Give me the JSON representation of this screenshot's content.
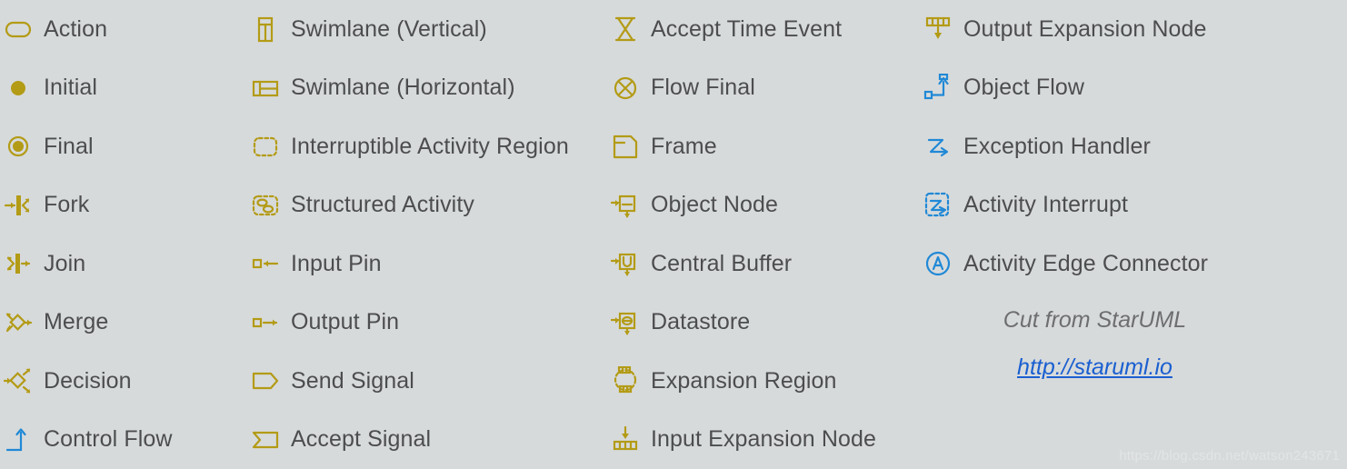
{
  "canvas": {
    "background_color": "#d7dadb",
    "label_color": "#4c4d4f",
    "icon_gold": "#b39b16",
    "icon_blue": "#2089d6"
  },
  "columns": [
    {
      "name": "column-1",
      "items": [
        {
          "label": "Action",
          "icon": "action-rounded-rect-icon",
          "color": "#b39b16"
        },
        {
          "label": "Initial",
          "icon": "initial-filled-circle-icon",
          "color": "#b39b16"
        },
        {
          "label": "Final",
          "icon": "final-double-circle-icon",
          "color": "#b39b16"
        },
        {
          "label": "Fork",
          "icon": "fork-bar-icon",
          "color": "#b39b16"
        },
        {
          "label": "Join",
          "icon": "join-bar-icon",
          "color": "#b39b16"
        },
        {
          "label": "Merge",
          "icon": "merge-diamond-icon",
          "color": "#b39b16"
        },
        {
          "label": "Decision",
          "icon": "decision-diamond-icon",
          "color": "#b39b16"
        },
        {
          "label": "Control Flow",
          "icon": "control-flow-arrow-icon",
          "color": "#2089d6"
        }
      ]
    },
    {
      "name": "column-2",
      "items": [
        {
          "label": "Swimlane (Vertical)",
          "icon": "swimlane-vertical-icon",
          "color": "#b39b16"
        },
        {
          "label": "Swimlane (Horizontal)",
          "icon": "swimlane-horizontal-icon",
          "color": "#b39b16"
        },
        {
          "label": "Interruptible Activity Region",
          "icon": "interruptible-region-icon",
          "color": "#b39b16"
        },
        {
          "label": "Structured Activity",
          "icon": "structured-activity-icon",
          "color": "#b39b16"
        },
        {
          "label": "Input Pin",
          "icon": "input-pin-icon",
          "color": "#b39b16"
        },
        {
          "label": "Output Pin",
          "icon": "output-pin-icon",
          "color": "#b39b16"
        },
        {
          "label": "Send Signal",
          "icon": "send-signal-icon",
          "color": "#b39b16"
        },
        {
          "label": "Accept Signal",
          "icon": "accept-signal-icon",
          "color": "#b39b16"
        }
      ]
    },
    {
      "name": "column-3",
      "items": [
        {
          "label": "Accept Time Event",
          "icon": "hourglass-icon",
          "color": "#b39b16"
        },
        {
          "label": "Flow Final",
          "icon": "flow-final-circle-x-icon",
          "color": "#b39b16"
        },
        {
          "label": "Frame",
          "icon": "frame-icon",
          "color": "#b39b16"
        },
        {
          "label": "Object Node",
          "icon": "object-node-icon",
          "color": "#b39b16"
        },
        {
          "label": "Central Buffer",
          "icon": "central-buffer-icon",
          "color": "#b39b16"
        },
        {
          "label": "Datastore",
          "icon": "datastore-icon",
          "color": "#b39b16"
        },
        {
          "label": "Expansion Region",
          "icon": "expansion-region-icon",
          "color": "#b39b16"
        },
        {
          "label": "Input Expansion Node",
          "icon": "input-expansion-node-icon",
          "color": "#b39b16"
        }
      ]
    },
    {
      "name": "column-4",
      "items": [
        {
          "label": "Output Expansion Node",
          "icon": "output-expansion-node-icon",
          "color": "#b39b16"
        },
        {
          "label": "Object Flow",
          "icon": "object-flow-icon",
          "color": "#2089d6"
        },
        {
          "label": "Exception Handler",
          "icon": "exception-handler-icon",
          "color": "#2089d6"
        },
        {
          "label": "Activity Interrupt",
          "icon": "activity-interrupt-icon",
          "color": "#2089d6"
        },
        {
          "label": "Activity Edge Connector",
          "icon": "activity-edge-connector-icon",
          "color": "#2089d6"
        }
      ]
    }
  ],
  "note": {
    "text": "Cut from StarUML",
    "link": "http://staruml.io"
  },
  "watermark": "https://blog.csdn.net/watson243671"
}
